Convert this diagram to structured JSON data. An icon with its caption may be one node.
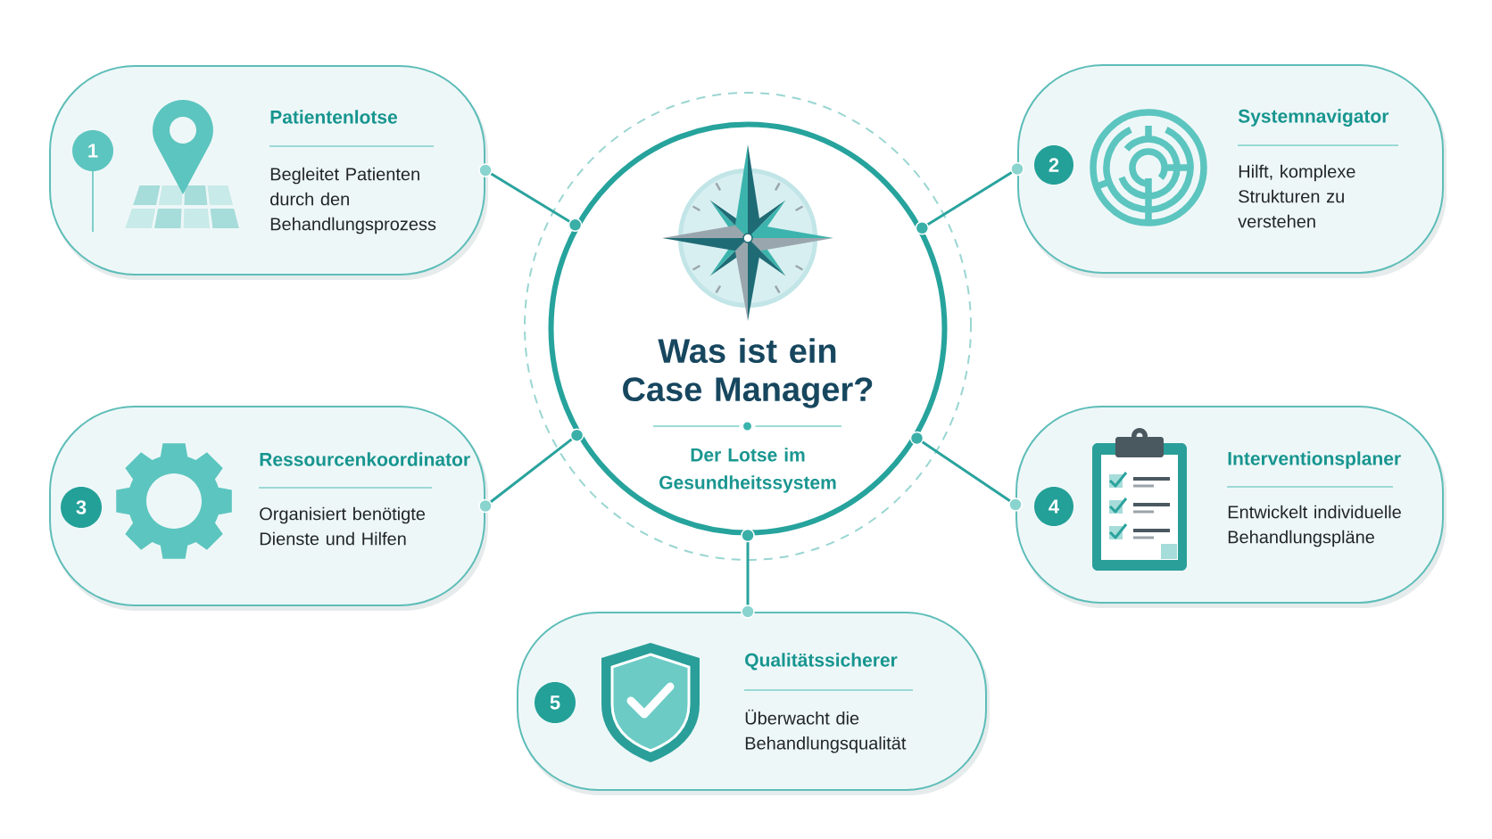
{
  "diagram": {
    "nodes": [
      {
        "text": [
          "Was ist ein Case Manager?",
          "Der Lotse im Gesundheitssystem"
        ]
      },
      {
        "text": [
          "Patientenlotse",
          "Begleitet Patienten durch den Behandlungsprozess"
        ]
      },
      {
        "text": [
          "1"
        ],
        "in": 1
      },
      {
        "text": [
          "Systemnavigator",
          "Hilft, komplexe Strukturen zu verstehen"
        ]
      },
      {
        "text": [
          "2"
        ],
        "in": 3
      },
      {
        "text": [
          "Ressourcenkoordinator",
          "Organisiert benötigte Dienste und Hilfen"
        ]
      },
      {
        "text": [
          "3"
        ],
        "in": 5
      },
      {
        "text": [
          "Interventionsplaner",
          "Entwickelt individuelle Behandlungspläne"
        ]
      },
      {
        "text": [
          "4"
        ],
        "in": 7
      },
      {
        "text": [
          "Qualitätssicherer",
          "Überwacht die Behandlungsqualität"
        ]
      },
      {
        "text": [
          "5"
        ],
        "in": 9
      }
    ],
    "edges": [
      {
        "from": 0,
        "to": 1,
        "arrow": "other"
      },
      {
        "from": 0,
        "to": 3,
        "arrow": "other"
      },
      {
        "from": 0,
        "to": 5,
        "arrow": "other"
      },
      {
        "from": 0,
        "to": 7,
        "arrow": "other"
      },
      {
        "from": 0,
        "to": 9,
        "arrow": "other"
      }
    ]
  }
}
